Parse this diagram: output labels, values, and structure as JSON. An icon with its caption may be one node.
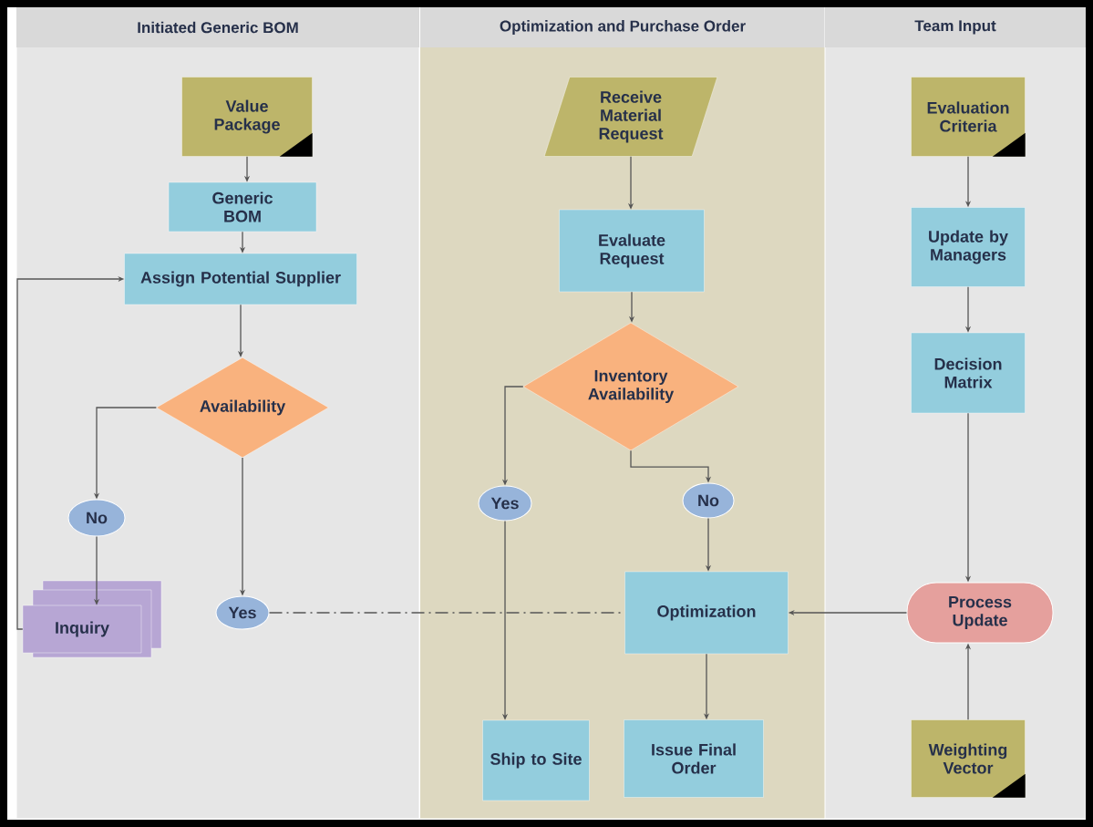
{
  "diagram": {
    "nodes": [
      {
        "text": [
          "Initiated Generic BOM"
        ]
      },
      {
        "text": [
          "Optimization and Purchase Order"
        ]
      },
      {
        "text": [
          "Team Input"
        ]
      },
      {
        "text": [
          "Value Package"
        ],
        "in": 0
      },
      {
        "text": [
          "Generic BOM"
        ],
        "in": 0
      },
      {
        "text": [
          "Assign Potential Supplier"
        ],
        "in": 0
      },
      {
        "text": [
          "Availability"
        ],
        "in": 0
      },
      {
        "text": [
          "No"
        ],
        "in": 0
      },
      {
        "text": [
          "Inquiry"
        ],
        "in": 0
      },
      {
        "text": [
          "Yes"
        ],
        "in": 0
      },
      {
        "text": [
          "Receive Material Request"
        ],
        "in": 1
      },
      {
        "text": [
          "Evaluate Request"
        ],
        "in": 1
      },
      {
        "text": [
          "Inventory Availability"
        ],
        "in": 1
      },
      {
        "text": [
          "Yes"
        ],
        "in": 1
      },
      {
        "text": [
          "No"
        ],
        "in": 1
      },
      {
        "text": [
          "Optimization"
        ],
        "in": 1
      },
      {
        "text": [
          "Ship to Site"
        ],
        "in": 1
      },
      {
        "text": [
          "Issue Final Order"
        ],
        "in": 1
      },
      {
        "text": [
          "Evaluation Criteria"
        ],
        "in": 2
      },
      {
        "text": [
          "Update by Managers"
        ],
        "in": 2
      },
      {
        "text": [
          "Decision Matrix"
        ],
        "in": 2
      },
      {
        "text": [
          "Process Update"
        ],
        "in": 2
      },
      {
        "text": [
          "Weighting Vector"
        ],
        "in": 2
      }
    ],
    "edges": [
      {
        "from": 3,
        "to": 4,
        "arrow": "to"
      },
      {
        "from": 4,
        "to": 5,
        "arrow": "to"
      },
      {
        "from": 5,
        "to": 6,
        "arrow": "to"
      },
      {
        "from": 6,
        "to": 7,
        "arrow": "to"
      },
      {
        "from": 7,
        "to": 8,
        "arrow": "to"
      },
      {
        "from": 6,
        "to": 9,
        "arrow": "to"
      },
      {
        "from": 8,
        "to": 5,
        "arrow": "to"
      },
      {
        "from": 9,
        "to": 15,
        "arrow": "none",
        "style": "dashed"
      },
      {
        "from": 10,
        "to": 11,
        "arrow": "to"
      },
      {
        "from": 11,
        "to": 12,
        "arrow": "to"
      },
      {
        "from": 12,
        "to": 13,
        "arrow": "to"
      },
      {
        "from": 12,
        "to": 14,
        "arrow": "to"
      },
      {
        "from": 14,
        "to": 15,
        "arrow": "to"
      },
      {
        "from": 13,
        "to": 16,
        "arrow": "to"
      },
      {
        "from": 15,
        "to": 17,
        "arrow": "to"
      },
      {
        "from": 18,
        "to": 19,
        "arrow": "to"
      },
      {
        "from": 19,
        "to": 20,
        "arrow": "to"
      },
      {
        "from": 20,
        "to": 21,
        "arrow": "to"
      },
      {
        "from": 21,
        "to": 15,
        "arrow": "to"
      },
      {
        "from": 22,
        "to": 21,
        "arrow": "to"
      }
    ]
  }
}
